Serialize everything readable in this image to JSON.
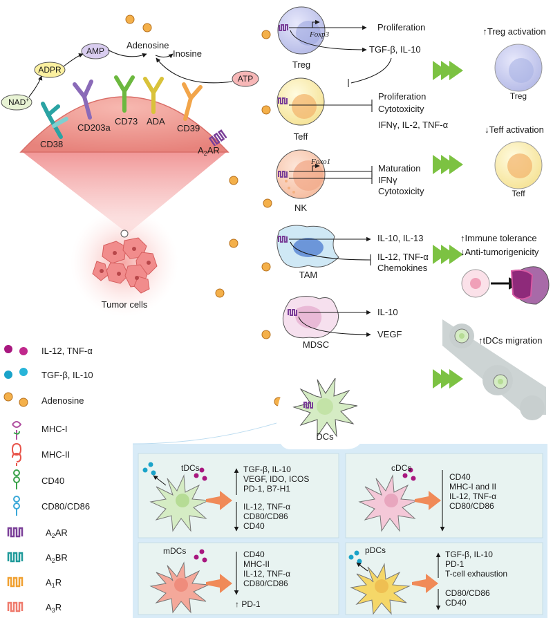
{
  "tumor": {
    "enzymes": [
      "CD38",
      "CD203a",
      "CD73",
      "ADA",
      "CD39"
    ],
    "receptor": "A2AR",
    "metabolites": {
      "nad": "NAD+",
      "adpr": "ADPR",
      "amp": "AMP",
      "adenosine": "Adenosine",
      "inosine": "Inosine",
      "atp": "ATP"
    },
    "cells_label": "Tumor cells"
  },
  "cells": {
    "treg": {
      "name": "Treg",
      "gene": "Foxp3",
      "out1": "Proliferation",
      "out2": "TGF-β, IL-10"
    },
    "teff": {
      "name": "Teff",
      "out1": "Proliferation",
      "out2": "Cytotoxicity",
      "out3": "IFNγ, IL-2, TNF-α"
    },
    "nk": {
      "name": "NK",
      "gene": "Foxo1",
      "out1": "Maturation",
      "out2": "IFNγ",
      "out3": "Cytotoxicity"
    },
    "tam": {
      "name": "TAM",
      "out1": "IL-10, IL-13",
      "out2": "IL-12, TNF-α",
      "out3": "Chemokines"
    },
    "mdsc": {
      "name": "MDSC",
      "out1": "IL-10",
      "out2": "VEGF"
    },
    "dcs": {
      "name": "DCs"
    }
  },
  "outcomes": {
    "treg": {
      "title": "↑Treg activation",
      "cell": "Treg"
    },
    "teff": {
      "title": "↓Teff activation",
      "cell": "Teff"
    },
    "tam": {
      "line1": "↑Immune tolerance",
      "line2": "↓Anti-tumorigenicity"
    },
    "tdc": {
      "title": "↑tDCs migration"
    }
  },
  "legend": [
    {
      "label": "IL-12, TNF-α",
      "icon": "magenta-dots",
      "color": "#a8177f"
    },
    {
      "label": "TGF-β, IL-10",
      "icon": "cyan-dots",
      "color": "#1aa3c9"
    },
    {
      "label": "Adenosine",
      "icon": "orange-dots",
      "color": "#f0a838"
    },
    {
      "label": "MHC-I",
      "icon": "mhc-i-icon",
      "color": "#b04fa0"
    },
    {
      "label": "MHC-II",
      "icon": "mhc-ii-icon",
      "color": "#e8544a"
    },
    {
      "label": "CD40",
      "icon": "cd40-icon",
      "color": "#3aa24a"
    },
    {
      "label": "CD80/CD86",
      "icon": "cd80-icon",
      "color": "#3aa8d8"
    },
    {
      "label_main": "A",
      "label_sub": "2",
      "label_end": "AR",
      "icon": "a2ar-icon",
      "color": "#7a3f98"
    },
    {
      "label_main": "A",
      "label_sub": "2",
      "label_end": "BR",
      "icon": "a2br-icon",
      "color": "#1f9a9a"
    },
    {
      "label_main": "A",
      "label_sub": "1",
      "label_end": "R",
      "icon": "a1r-icon",
      "color": "#f0a030"
    },
    {
      "label_main": "A",
      "label_sub": "3",
      "label_end": "R",
      "icon": "a3r-icon",
      "color": "#ef7a6c"
    }
  ],
  "dc_panels": {
    "tdcs": {
      "name": "tDCs",
      "up": [
        "TGF-β, IL-10",
        "VEGF, IDO, ICOS",
        "PD-1, B7-H1"
      ],
      "down": [
        "IL-12, TNF-α",
        "CD80/CD86",
        "CD40"
      ]
    },
    "cdcs": {
      "name": "cDCs",
      "down": [
        "CD40",
        "MHC-I and II",
        "IL-12, TNF-α",
        "CD80/CD86"
      ]
    },
    "mdcs": {
      "name": "mDCs",
      "down": [
        "CD40",
        "MHC-II",
        "IL-12, TNF-α",
        "CD80/CD86"
      ],
      "up": "↑ PD-1"
    },
    "pdcs": {
      "name": "pDCs",
      "up": [
        "TGF-β, IL-10",
        "PD-1",
        "T-cell exhaustion"
      ],
      "down": [
        "CD80/CD86",
        "CD40"
      ]
    }
  },
  "colors": {
    "accent_green": "#7cc242",
    "adenosine": "#f0a838",
    "panel_bg": "#d9ecf8"
  }
}
